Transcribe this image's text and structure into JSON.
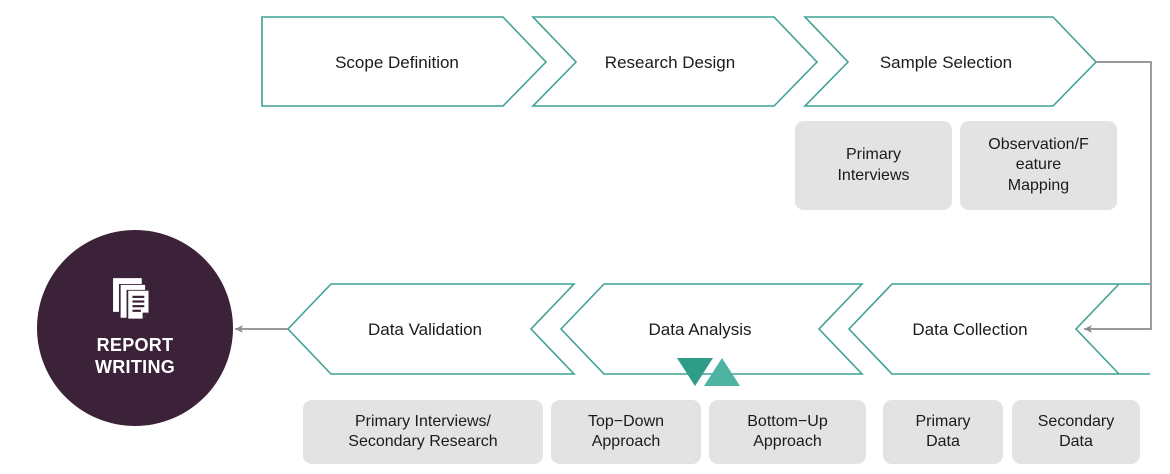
{
  "colors": {
    "teal": "#3FA294",
    "teal_light": "#4FB3A3",
    "gray_box": "#e3e3e3",
    "connector_gray": "#8c8c8c",
    "circle_purple": "#3C2239",
    "text_dark": "#1b1b1b",
    "white": "#ffffff"
  },
  "hub": {
    "name": "report-writing-hub",
    "label_line1": "REPORT",
    "label_line2": "WRITING",
    "icon": "documents-report-icon"
  },
  "top_row": {
    "direction": "right",
    "steps": [
      {
        "id": "scope-definition",
        "label": "Scope Definition"
      },
      {
        "id": "research-design",
        "label": "Research Design"
      },
      {
        "id": "sample-selection",
        "label": "Sample Selection"
      }
    ]
  },
  "bottom_row": {
    "direction": "left",
    "steps": [
      {
        "id": "data-validation",
        "label": "Data Validation"
      },
      {
        "id": "data-analysis",
        "label": "Data Analysis"
      },
      {
        "id": "data-collection",
        "label": "Data Collection"
      }
    ]
  },
  "top_tags": [
    {
      "id": "primary-interviews",
      "lines": [
        "Primary",
        "Interviews"
      ]
    },
    {
      "id": "observation-feature-mapping",
      "lines": [
        "Observation/F",
        "eature",
        "Mapping"
      ]
    }
  ],
  "bottom_tags": [
    {
      "id": "primary-interviews-secondary-research",
      "lines": [
        "Primary Interviews/",
        "Secondary Research"
      ]
    },
    {
      "id": "top-down-approach",
      "lines": [
        "Top−Down",
        "Approach"
      ]
    },
    {
      "id": "bottom-up-approach",
      "lines": [
        "Bottom−Up",
        "Approach"
      ]
    },
    {
      "id": "primary-data",
      "lines": [
        "Primary",
        "Data"
      ]
    },
    {
      "id": "secondary-data",
      "lines": [
        "Secondary",
        "Data"
      ]
    }
  ],
  "markers": {
    "down_triangle": "triangle-down-marker",
    "up_triangle": "triangle-up-marker"
  },
  "connectors": [
    {
      "id": "sample-selection-to-data-collection",
      "style": "elbow-arrow",
      "color": "#8c8c8c"
    },
    {
      "id": "data-validation-to-report-writing",
      "style": "straight-arrow",
      "color": "#8c8c8c"
    }
  ]
}
